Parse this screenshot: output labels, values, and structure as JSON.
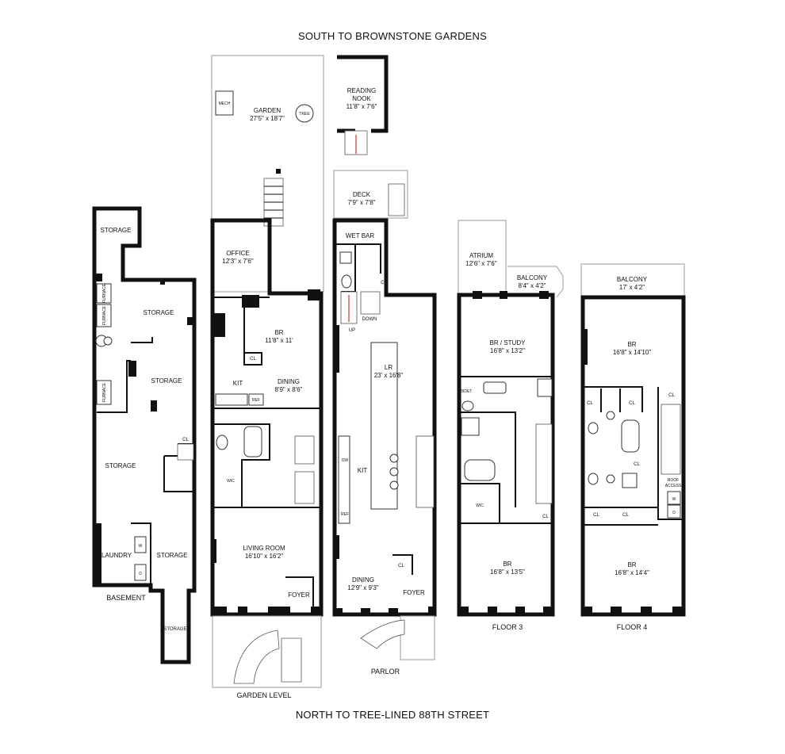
{
  "headings": {
    "south": "SOUTH TO BROWNSTONE GARDENS",
    "north": "NORTH TO TREE-LINED 88TH STREET"
  },
  "levels": {
    "basement": "BASEMENT",
    "garden": "GARDEN LEVEL",
    "parlor": "PARLOR",
    "floor3": "FLOOR 3",
    "floor4": "FLOOR 4"
  },
  "basement": {
    "storage_top": "STORAGE",
    "furnace_1": "FURNACE",
    "furnace_2": "FURNACE",
    "furnace_3": "FURNACE",
    "storage_right_top": "STORAGE",
    "storage_right_mid": "STORAGE",
    "storage_left": "STORAGE",
    "cl": "CL",
    "laundry": "LAUNDRY",
    "w": "W",
    "d": "D",
    "storage_bottom_right": "STORAGE",
    "storage_tail": "STORAGE"
  },
  "garden": {
    "mech": "MECH",
    "tree": "TREE",
    "garden_name": "GARDEN",
    "garden_dim": "27'5\" x 18'7\"",
    "office_name": "OFFICE",
    "office_dim": "12'3\" x 7'6\"",
    "br_name": "BR",
    "br_dim": "11'8\" x 11'",
    "cl": "CL",
    "kit": "KIT",
    "dining_name": "DINING",
    "dining_dim": "8'9\" x 8'6\"",
    "ref": "REF",
    "wic": "WIC",
    "living_name": "LIVING ROOM",
    "living_dim": "16'10\" x 16'2\"",
    "foyer": "FOYER"
  },
  "parlor": {
    "nook_name": "READING",
    "nook_name_2": "NOOK",
    "nook_dim": "11'8\" x 7'6\"",
    "deck_name": "DECK",
    "deck_dim": "7'9\" x 7'8\"",
    "wetbar": "WET BAR",
    "cl": "CL",
    "up": "UP",
    "down": "DOWN",
    "lr_name": "LR",
    "lr_dim": "23' x 16'8\"",
    "dw": "DW",
    "kit": "KIT",
    "ref": "REF",
    "cl_2": "CL",
    "dining_name": "DINING",
    "dining_dim": "12'9\" x 9'3\"",
    "foyer": "FOYER"
  },
  "floor3": {
    "atrium_name": "ATRIUM",
    "atrium_dim": "12'6\" x 7'6\"",
    "balcony_name": "BALCONY",
    "balcony_dim": "8'4\" x 4'2\"",
    "study_name": "BR / STUDY",
    "study_dim": "16'8\" x 13'2\"",
    "bidet": "BIDET",
    "wic": "WIC",
    "cl": "CL",
    "br_name": "BR",
    "br_dim": "16'8\" x 13'5\""
  },
  "floor4": {
    "balcony_name": "BALCONY",
    "balcony_dim": "17' x 4'2\"",
    "br_top_name": "BR",
    "br_top_dim": "16'8\" x 14'10\"",
    "cl_1": "CL",
    "cl_2": "CL",
    "cl_3": "CL",
    "cl_4": "CL",
    "cl_5": "CL",
    "cl_6": "CL",
    "roof_1": "ROOF",
    "roof_2": "ACCESS",
    "w": "W",
    "d": "D",
    "br_bottom_name": "BR",
    "br_bottom_dim": "16'8\" x 14'4\""
  }
}
